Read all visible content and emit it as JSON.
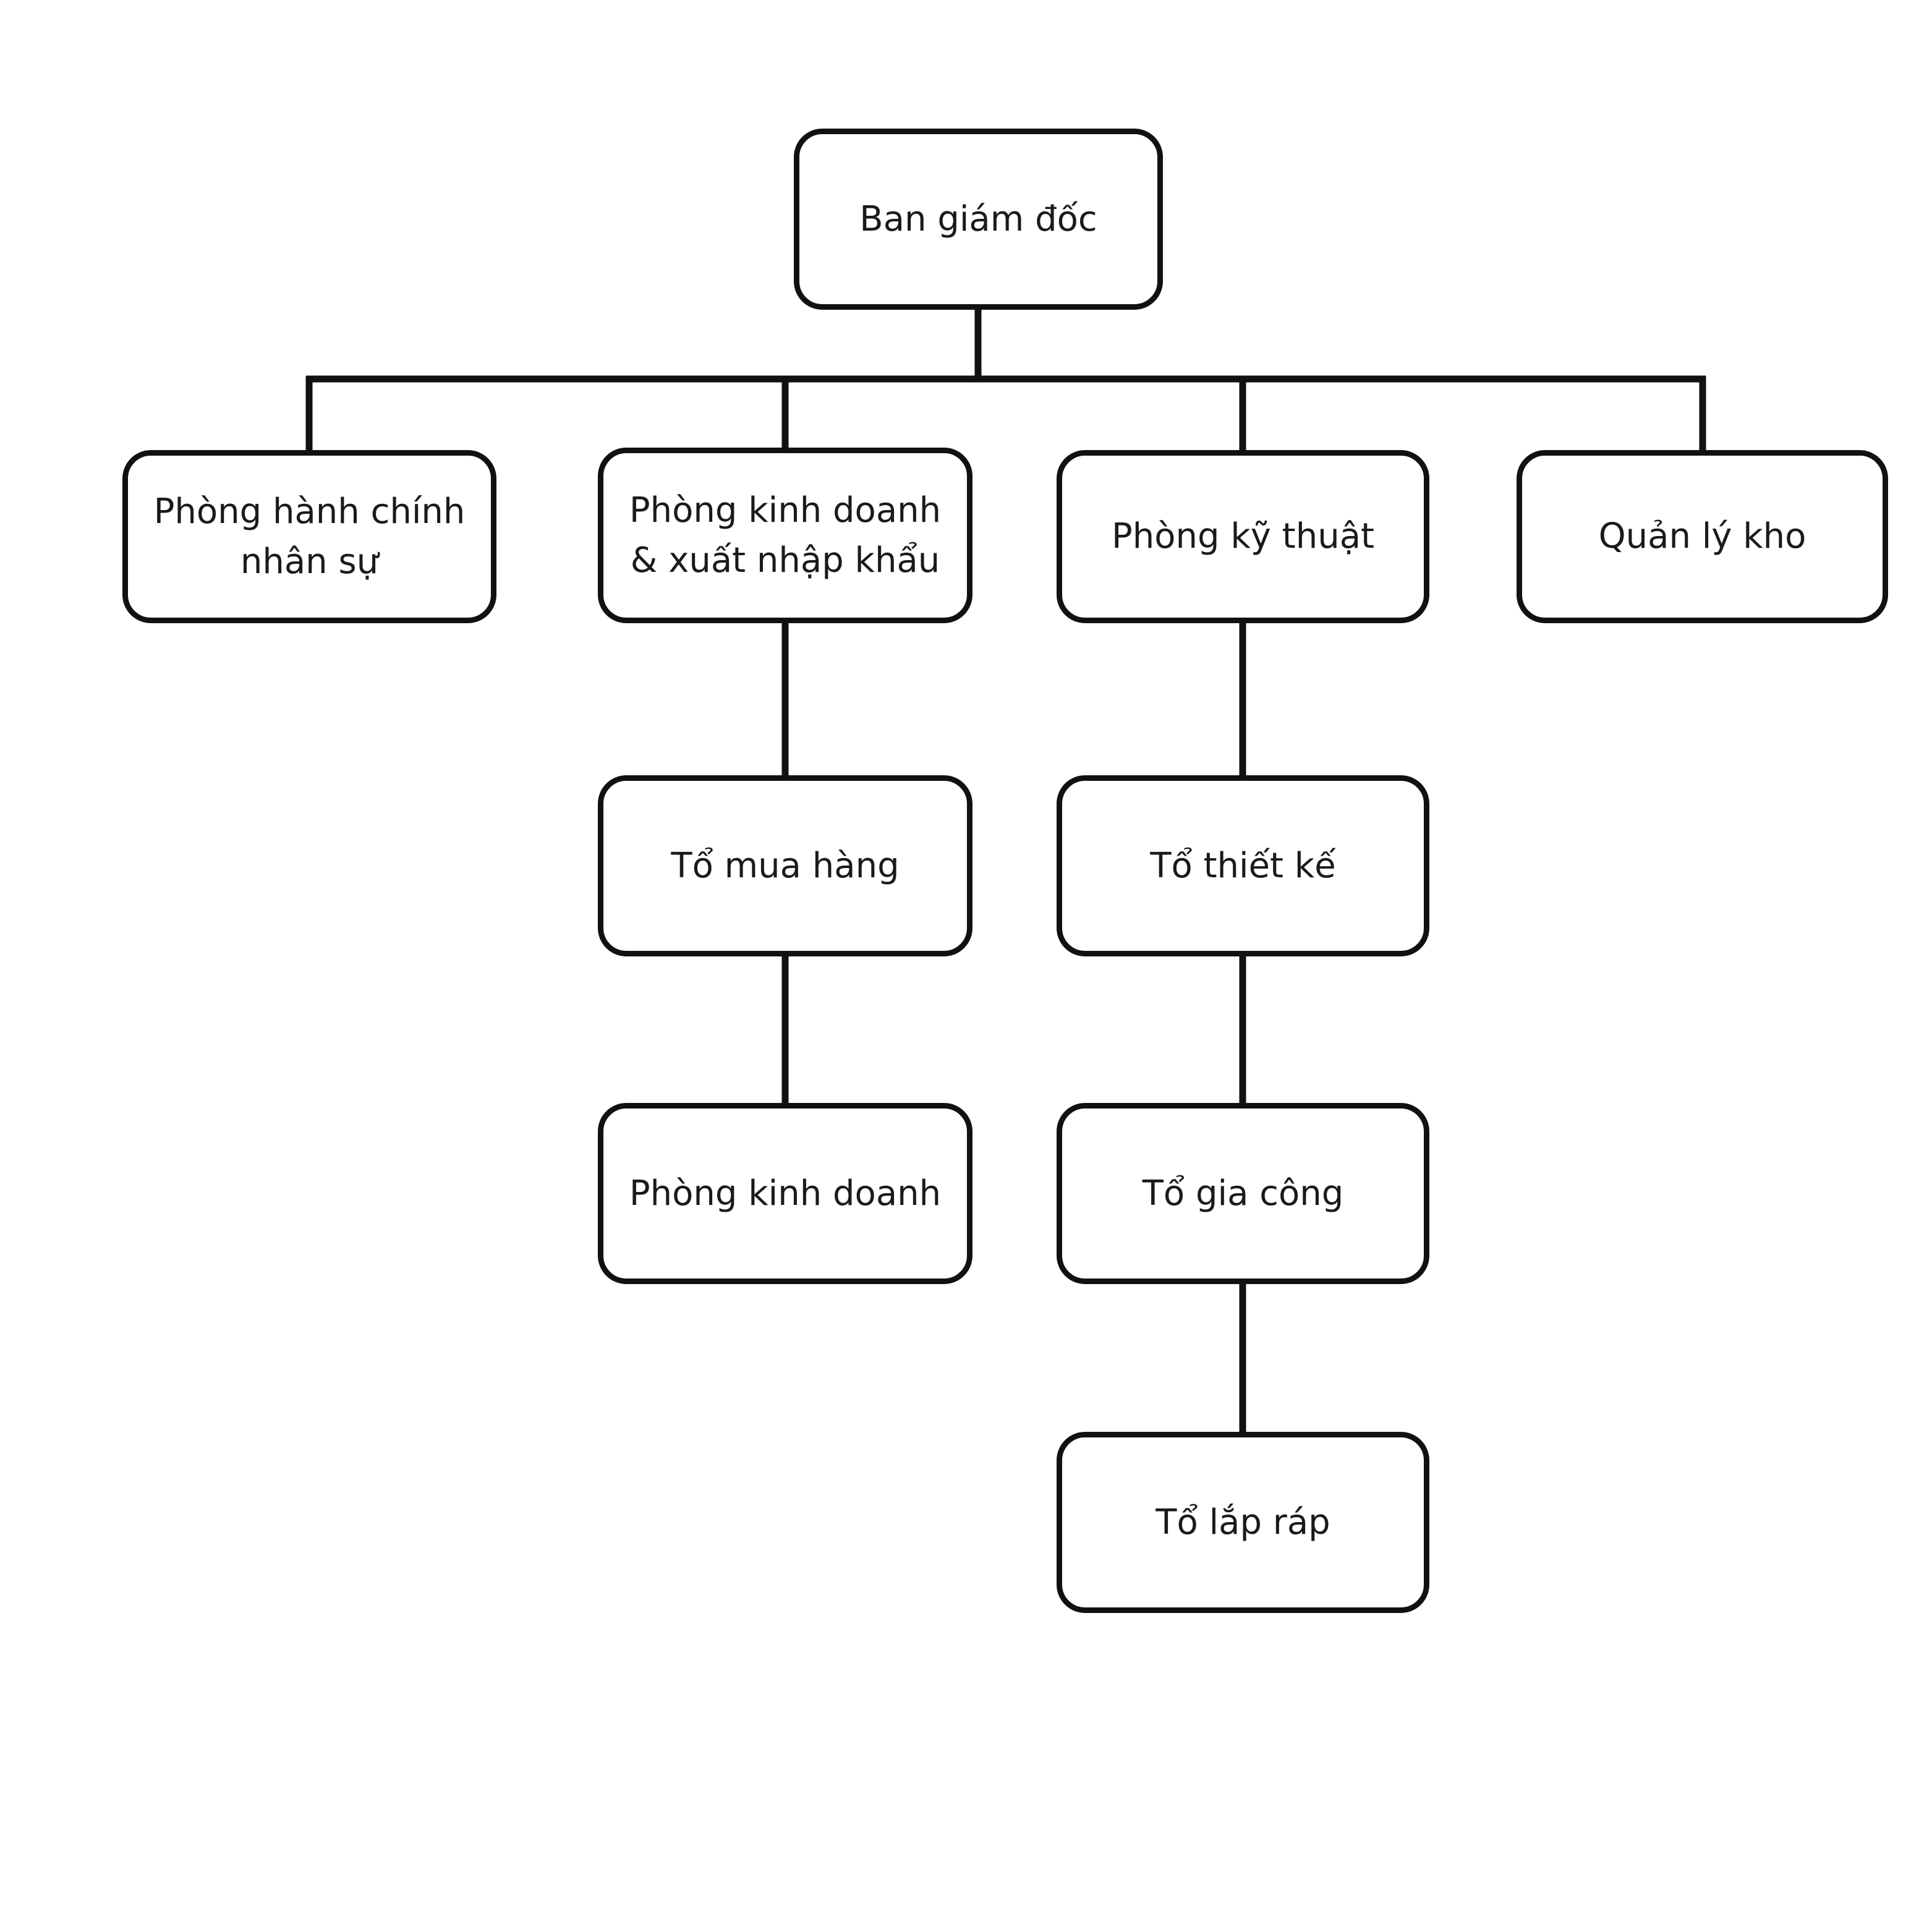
{
  "diagram": {
    "type": "org-chart",
    "language": "vi"
  },
  "nodes": {
    "root": {
      "label": "Ban giám đốc"
    },
    "hr": {
      "label": "Phòng hành chính\nnhân sự"
    },
    "business_import": {
      "label": "Phòng kinh doanh\n& xuất nhập khẩu"
    },
    "technical": {
      "label": "Phòng kỹ thuật"
    },
    "warehouse": {
      "label": "Quản lý kho"
    },
    "purchasing": {
      "label": "Tổ mua hàng"
    },
    "design": {
      "label": "Tổ thiết kế"
    },
    "sales": {
      "label": "Phòng kinh doanh"
    },
    "processing": {
      "label": "Tổ gia công"
    },
    "assembly": {
      "label": "Tổ lắp ráp"
    }
  },
  "edges": [
    [
      "root",
      "hr"
    ],
    [
      "root",
      "business_import"
    ],
    [
      "root",
      "technical"
    ],
    [
      "root",
      "warehouse"
    ],
    [
      "business_import",
      "purchasing"
    ],
    [
      "purchasing",
      "sales"
    ],
    [
      "technical",
      "design"
    ],
    [
      "design",
      "processing"
    ],
    [
      "processing",
      "assembly"
    ]
  ],
  "colors": {
    "background": "#ffffff",
    "node_fill": "#ffffff",
    "node_border": "#111111",
    "connector": "#111111",
    "text": "#1a1a1a"
  }
}
